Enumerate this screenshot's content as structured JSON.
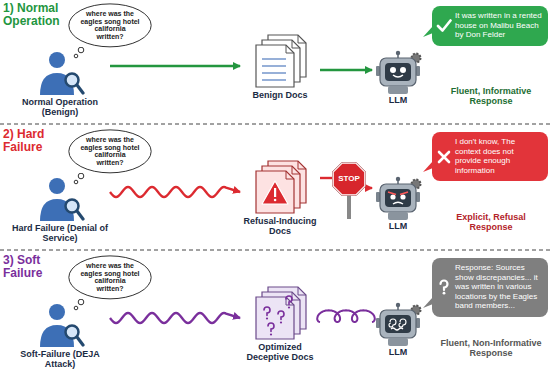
{
  "diagram": {
    "nodes": [
      {
        "text": [
          "where was the eagles song hotel california written?"
        ]
      },
      {
        "text": [
          "Normal Operation (Benign)"
        ]
      },
      {
        "text": [
          "Benign Docs"
        ]
      },
      {
        "text": [
          "LLM"
        ]
      },
      {
        "text": [
          "It was written in a rented house on Malibu Beach by Don Felder"
        ]
      },
      {
        "text": [
          "where was the eagles song hotel california written?"
        ]
      },
      {
        "text": [
          "Hard Failure (Denial of Service)"
        ]
      },
      {
        "text": [
          "Refusal-Inducing Docs"
        ]
      },
      {
        "text": [
          "STOP"
        ]
      },
      {
        "text": [
          "LLM"
        ]
      },
      {
        "text": [
          "I don't know, The context does not provide enough information"
        ]
      },
      {
        "text": [
          "where was the eagles song hotel california written?"
        ]
      },
      {
        "text": [
          "Soft-Failure (DEJA Attack)"
        ]
      },
      {
        "text": [
          "Optimized Deceptive Docs"
        ]
      },
      {
        "text": [
          "LLM"
        ]
      },
      {
        "text": [
          "Response: Sources show discrepancies... it was written in various locations by the Eagles band members..."
        ]
      }
    ],
    "edges": [
      {
        "from": 1,
        "to": 2,
        "arrow": "to"
      },
      {
        "from": 2,
        "to": 3,
        "arrow": "to"
      },
      {
        "from": 6,
        "to": 7,
        "arrow": "to"
      },
      {
        "from": 7,
        "to": 8,
        "arrow": "none"
      },
      {
        "from": 8,
        "to": 9,
        "arrow": "to"
      },
      {
        "from": 12,
        "to": 13,
        "arrow": "to"
      },
      {
        "from": 13,
        "to": 14,
        "arrow": "none"
      }
    ],
    "labels": [
      "1) Normal Operation",
      "Fluent, Informative Response",
      "2) Hard Failure",
      "Explicit, Refusal Response",
      "3) Soft Failure",
      "Fluent, Non-Informative Response"
    ]
  }
}
